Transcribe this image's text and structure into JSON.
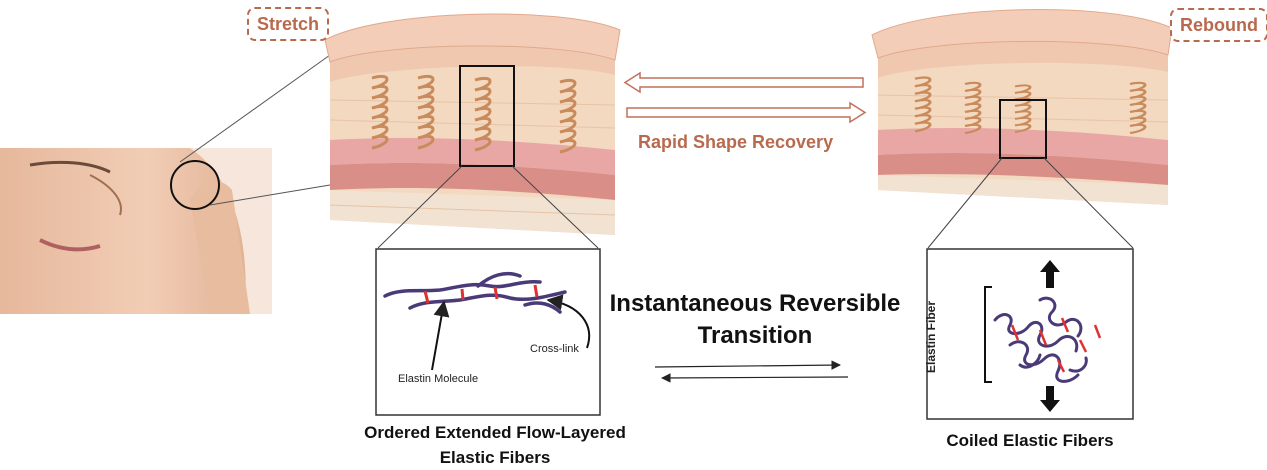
{
  "tags": {
    "stretch": "Stretch",
    "rebound": "Rebound"
  },
  "recovery_label": "Rapid Shape Recovery",
  "transition_title": "Instantaneous Reversible Transition",
  "left_panel": {
    "molecule_label": "Elastin Molecule",
    "crosslink_label": "Cross-link",
    "caption": "Ordered Extended Flow-Layered Elastic Fibers"
  },
  "right_panel": {
    "fiber_label": "Elastin Fiber",
    "caption": "Coiled Elastic Fibers"
  },
  "colors": {
    "accent": "#b86a4e",
    "fiber": "#4a3a78",
    "crosslink": "#e03030",
    "skin_top": "#f0c8b0",
    "dermis": "#f3d9bf",
    "coil": "#c98a5c"
  }
}
